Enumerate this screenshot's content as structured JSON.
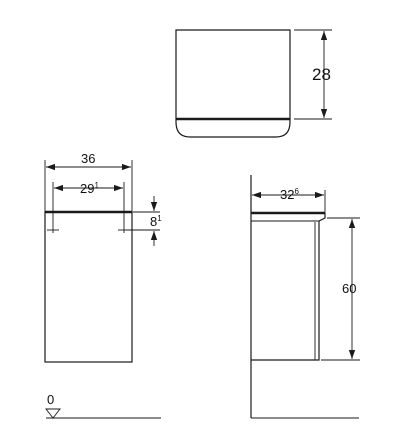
{
  "top_view": {
    "depth_label": "28"
  },
  "front_view": {
    "width_label": "36",
    "hole_spacing_label": "29",
    "hole_spacing_sup": "1",
    "hole_offset_label": "8",
    "hole_offset_sup": "1"
  },
  "side_view": {
    "depth_label": "32",
    "depth_sup": "6",
    "height_label": "60"
  },
  "floor": {
    "level_label": "0"
  }
}
